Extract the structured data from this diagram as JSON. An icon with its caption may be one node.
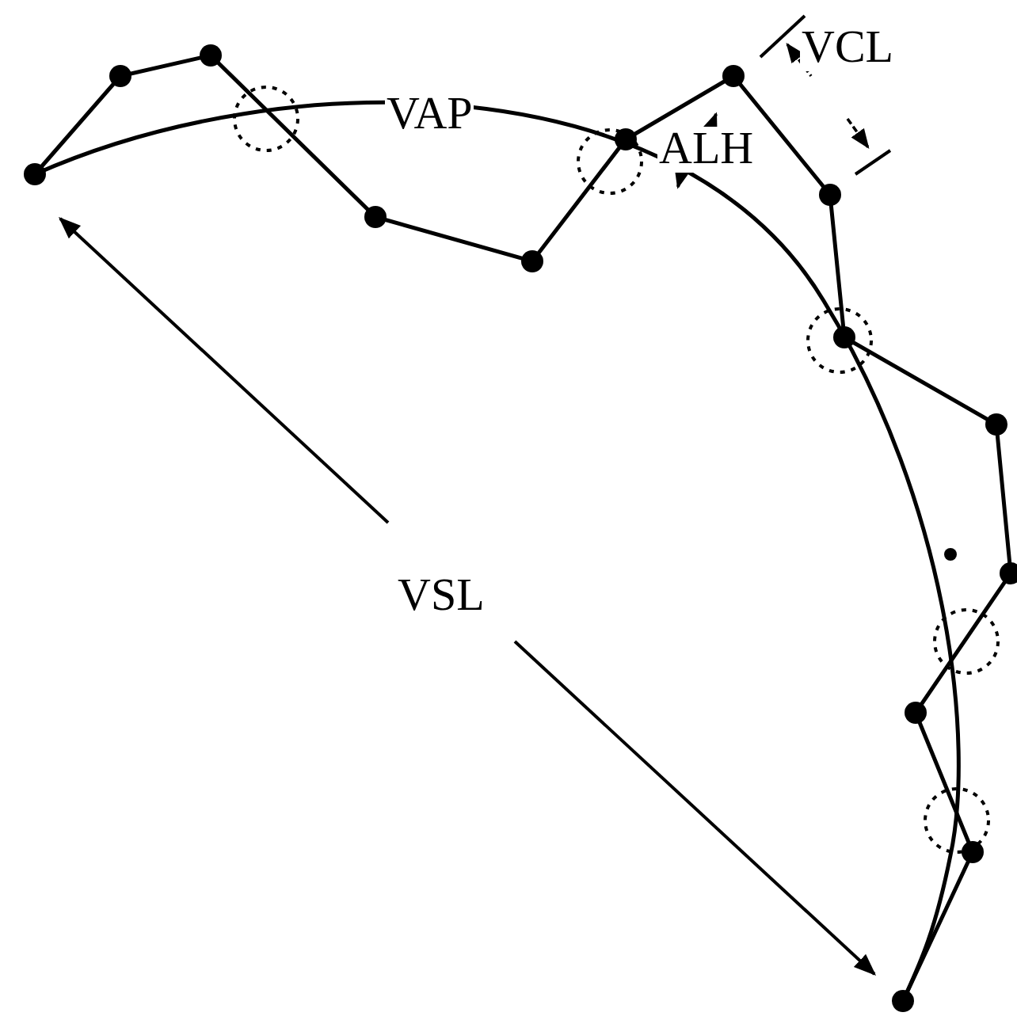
{
  "diagram": {
    "labels": [
      "VAP",
      "ALH",
      "VCL",
      "VSL"
    ]
  }
}
